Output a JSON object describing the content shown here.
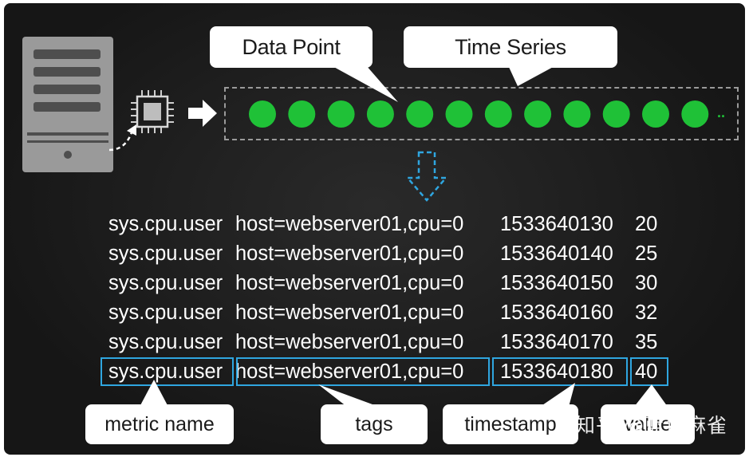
{
  "callouts": {
    "data_point": "Data Point",
    "time_series": "Time Series"
  },
  "icons": {
    "server": "server-icon",
    "chip": "cpu-chip-icon",
    "arrow": "arrow-right-icon",
    "down_arrow": "dashed-arrow-down-icon"
  },
  "series": {
    "point_count": 12,
    "point_color": "#1fc137",
    "trailing_dots": ".."
  },
  "rows": [
    {
      "metric": "sys.cpu.user",
      "tags": "host=webserver01,cpu=0",
      "timestamp": "1533640130",
      "value": "20"
    },
    {
      "metric": "sys.cpu.user",
      "tags": "host=webserver01,cpu=0",
      "timestamp": "1533640140",
      "value": "25"
    },
    {
      "metric": "sys.cpu.user",
      "tags": "host=webserver01,cpu=0",
      "timestamp": "1533640150",
      "value": "30"
    },
    {
      "metric": "sys.cpu.user",
      "tags": "host=webserver01,cpu=0",
      "timestamp": "1533640160",
      "value": "32"
    },
    {
      "metric": "sys.cpu.user",
      "tags": "host=webserver01,cpu=0",
      "timestamp": "1533640170",
      "value": "35"
    },
    {
      "metric": "sys.cpu.user",
      "tags": "host=webserver01,cpu=0",
      "timestamp": "1533640180",
      "value": "40"
    }
  ],
  "labels": {
    "metric_name": "metric name",
    "tags": "tags",
    "timestamp": "timestamp",
    "value": "value"
  },
  "highlight_color": "#2fa6e0",
  "watermark": "知乎 @蓝色麻雀"
}
